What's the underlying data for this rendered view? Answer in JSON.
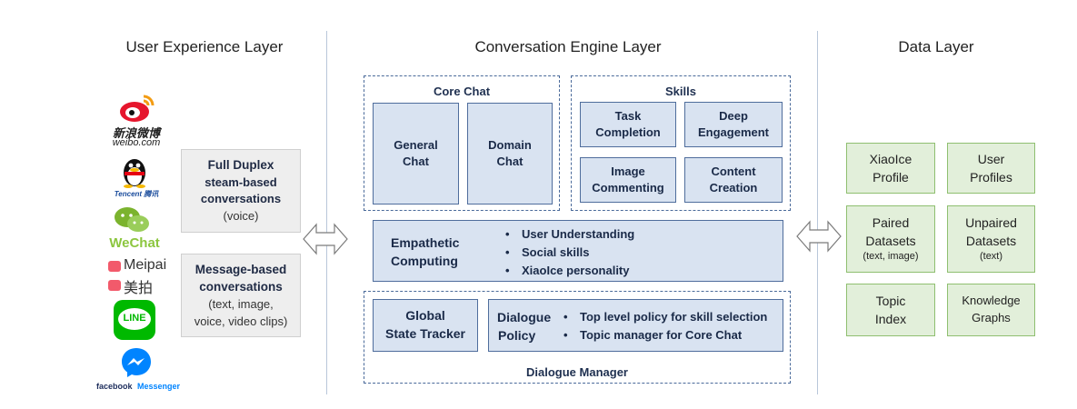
{
  "layers": {
    "ux": "User Experience Layer",
    "engine": "Conversation Engine Layer",
    "data": "Data Layer"
  },
  "logos": {
    "weibo": {
      "line1": "新浪微博",
      "line2": "weibo.com"
    },
    "tencent": "Tencent 腾讯",
    "wechat": "WeChat",
    "meipai_en": "Meipai",
    "meipai_cn": "美拍",
    "line": "LINE",
    "messenger_a": "facebook",
    "messenger_b": "Messenger"
  },
  "ux_boxes": {
    "full_duplex": {
      "title": "Full Duplex",
      "line2": "steam-based",
      "line3": "conversations",
      "line4": "(voice)"
    },
    "message": {
      "title1": "Message-based",
      "title2": "conversations",
      "line3": "(text, image,",
      "line4": "voice, video clips)"
    }
  },
  "core_chat": {
    "label": "Core Chat",
    "general": {
      "l1": "General",
      "l2": "Chat"
    },
    "domain": {
      "l1": "Domain",
      "l2": "Chat"
    }
  },
  "skills": {
    "label": "Skills",
    "task": {
      "l1": "Task",
      "l2": "Completion"
    },
    "deep": {
      "l1": "Deep",
      "l2": "Engagement"
    },
    "image": {
      "l1": "Image",
      "l2": "Commenting"
    },
    "content": {
      "l1": "Content",
      "l2": "Creation"
    }
  },
  "empathetic": {
    "l1": "Empathetic",
    "l2": "Computing",
    "bullets": [
      "User Understanding",
      "Social skills",
      "XiaoIce personality"
    ]
  },
  "dialogue_manager": {
    "label": "Dialogue Manager",
    "tracker": {
      "l1": "Global",
      "l2": "State Tracker"
    },
    "policy": {
      "l1": "Dialogue",
      "l2": "Policy"
    },
    "bullets": [
      "Top level policy for skill selection",
      "Topic manager for Core Chat"
    ]
  },
  "data_boxes": {
    "xiaoice_profile": {
      "l1": "XiaoIce",
      "l2": "Profile"
    },
    "user_profiles": {
      "l1": "User",
      "l2": "Profiles"
    },
    "paired": {
      "l1": "Paired",
      "l2": "Datasets",
      "l3": "(text, image)"
    },
    "unpaired": {
      "l1": "Unpaired",
      "l2": "Datasets",
      "l3": "(text)"
    },
    "topic": {
      "l1": "Topic",
      "l2": "Index"
    },
    "knowledge": {
      "l1": "Knowledge",
      "l2": "Graphs"
    }
  },
  "colors": {
    "engine_box": "#d9e3f1",
    "data_box": "#e2efda",
    "ux_box": "#eeeeee",
    "weibo": "#e6162d",
    "wechat": "#7bb32e",
    "meipai": "#f25a6b",
    "line": "#00b900",
    "messenger": "#0084ff"
  }
}
